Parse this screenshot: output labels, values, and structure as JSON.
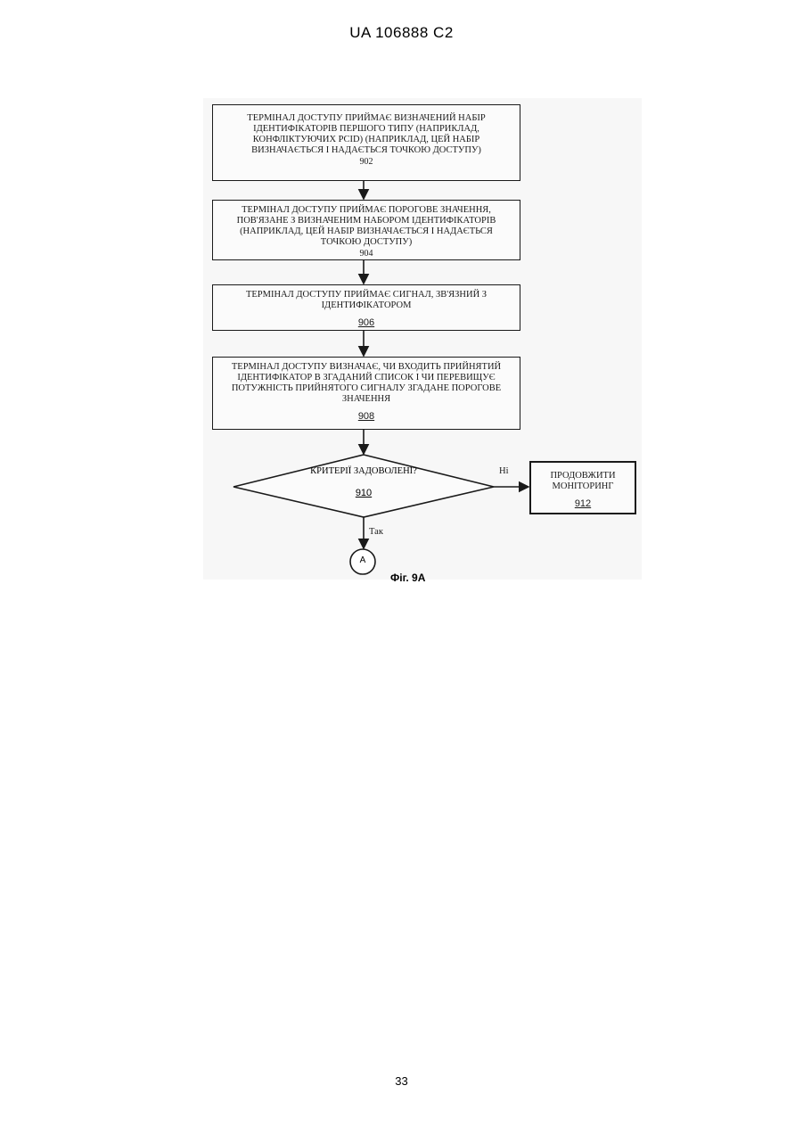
{
  "header": {
    "text": "UA   106888   C2"
  },
  "figure": {
    "boxes": [
      {
        "id": "902",
        "text": "ТЕРМІНАЛ ДОСТУПУ ПРИЙМАЄ ВИЗНАЧЕНИЙ НАБІР ІДЕНТИФІКАТОРІВ ПЕРШОГО ТИПУ (НАПРИКЛАД, КОНФЛІКТУЮЧИХ PCID) (НАПРИКЛАД, ЦЕЙ НАБІР ВИЗНАЧАЄТЬСЯ І НАДАЄТЬСЯ ТОЧКОЮ ДОСТУПУ)",
        "number": "902"
      },
      {
        "id": "904",
        "text": "ТЕРМІНАЛ ДОСТУПУ ПРИЙМАЄ ПОРОГОВЕ ЗНАЧЕННЯ, ПОВ'ЯЗАНЕ З ВИЗНАЧЕНИМ НАБОРОМ ІДЕНТИФІКАТОРІВ (НАПРИКЛАД, ЦЕЙ НАБІР ВИЗНАЧАЄТЬСЯ І НАДАЄТЬСЯ ТОЧКОЮ ДОСТУПУ)",
        "number": "904"
      },
      {
        "id": "906",
        "text": "ТЕРМІНАЛ ДОСТУПУ ПРИЙМАЄ СИГНАЛ, ЗВ'ЯЗНИЙ З ІДЕНТИФІКАТОРОМ",
        "number": "906"
      },
      {
        "id": "908",
        "text": "ТЕРМІНАЛ ДОСТУПУ ВИЗНАЧАЄ, ЧИ ВХОДИТЬ ПРИЙНЯТИЙ ІДЕНТИФІКАТОР В ЗГАДАНИЙ СПИСОК І ЧИ ПЕРЕВИЩУЄ ПОТУЖНІСТЬ ПРИЙНЯТОГО СИГНАЛУ ЗГАДАНЕ ПОРОГОВЕ ЗНАЧЕННЯ",
        "number": "908"
      }
    ],
    "decision": {
      "text": "КРИТЕРІЇ ЗАДОВОЛЕНІ?",
      "number": "910"
    },
    "no_branch": {
      "label": "Ні",
      "box_text": "ПРОДОВЖИТИ МОНІТОРИНГ",
      "box_number": "912"
    },
    "yes_branch": {
      "label": "Так"
    },
    "connector": "A",
    "caption": "Фіг. 9А"
  },
  "page_number": "33"
}
